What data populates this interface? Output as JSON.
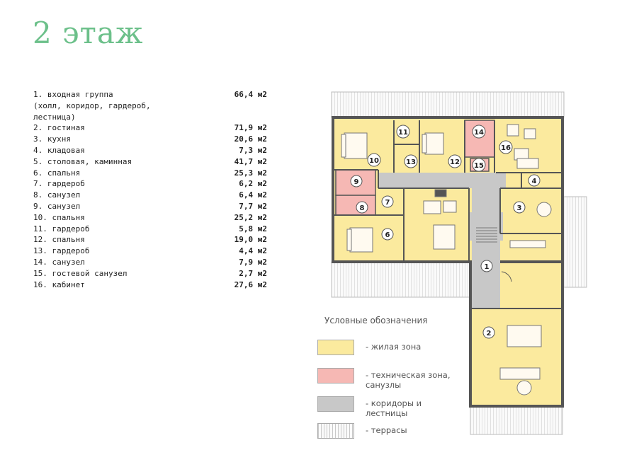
{
  "title": "2 этаж",
  "rooms": [
    {
      "name": "1. входная группа",
      "area": "66,4 м2"
    },
    {
      "name": "(холл, коридор, гардероб,",
      "area": ""
    },
    {
      "name": "лестница)",
      "area": ""
    },
    {
      "name": "2. гостиная",
      "area": "71,9 м2"
    },
    {
      "name": "3. кухня",
      "area": "20,6 м2"
    },
    {
      "name": "4. кладовая",
      "area": "7,3 м2"
    },
    {
      "name": "5. столовая, каминная",
      "area": "41,7 м2"
    },
    {
      "name": "6. спальня",
      "area": "25,3 м2"
    },
    {
      "name": "7. гардероб",
      "area": "6,2 м2"
    },
    {
      "name": "8. санузел",
      "area": "6,4 м2"
    },
    {
      "name": "9. санузел",
      "area": "7,7 м2"
    },
    {
      "name": "10. спальня",
      "area": "25,2 м2"
    },
    {
      "name": "11. гардероб",
      "area": "5,8 м2"
    },
    {
      "name": "12. спальня",
      "area": "19,0 м2"
    },
    {
      "name": "13. гардероб",
      "area": "4,4 м2"
    },
    {
      "name": "14. санузел",
      "area": "7,9 м2"
    },
    {
      "name": "15. гостевой санузел",
      "area": "2,7 м2"
    },
    {
      "name": "16. кабинет",
      "area": "27,6 м2"
    }
  ],
  "legend": {
    "title": "Условные обозначения",
    "items": [
      {
        "label": "- жилая зона",
        "color": "#fbea9e"
      },
      {
        "label": "- техническая зона, санузлы",
        "color": "#f6b8b4"
      },
      {
        "label": "- коридоры и лестницы",
        "color": "#c8c8c8"
      },
      {
        "label": "- террасы",
        "color": "#eeeeee"
      }
    ]
  },
  "plan_labels": {
    "n1": "1",
    "n2": "2",
    "n3": "3",
    "n4": "4",
    "n6": "6",
    "n7": "7",
    "n8": "8",
    "n9": "9",
    "n10": "10",
    "n11": "11",
    "n12": "12",
    "n13": "13",
    "n14": "14",
    "n15": "15",
    "n16": "16"
  },
  "colors": {
    "living": "#fbea9e",
    "tech": "#f6b8b4",
    "corridor": "#c8c8c8",
    "terrace": "#eeeeee",
    "title": "#6cc08a"
  }
}
